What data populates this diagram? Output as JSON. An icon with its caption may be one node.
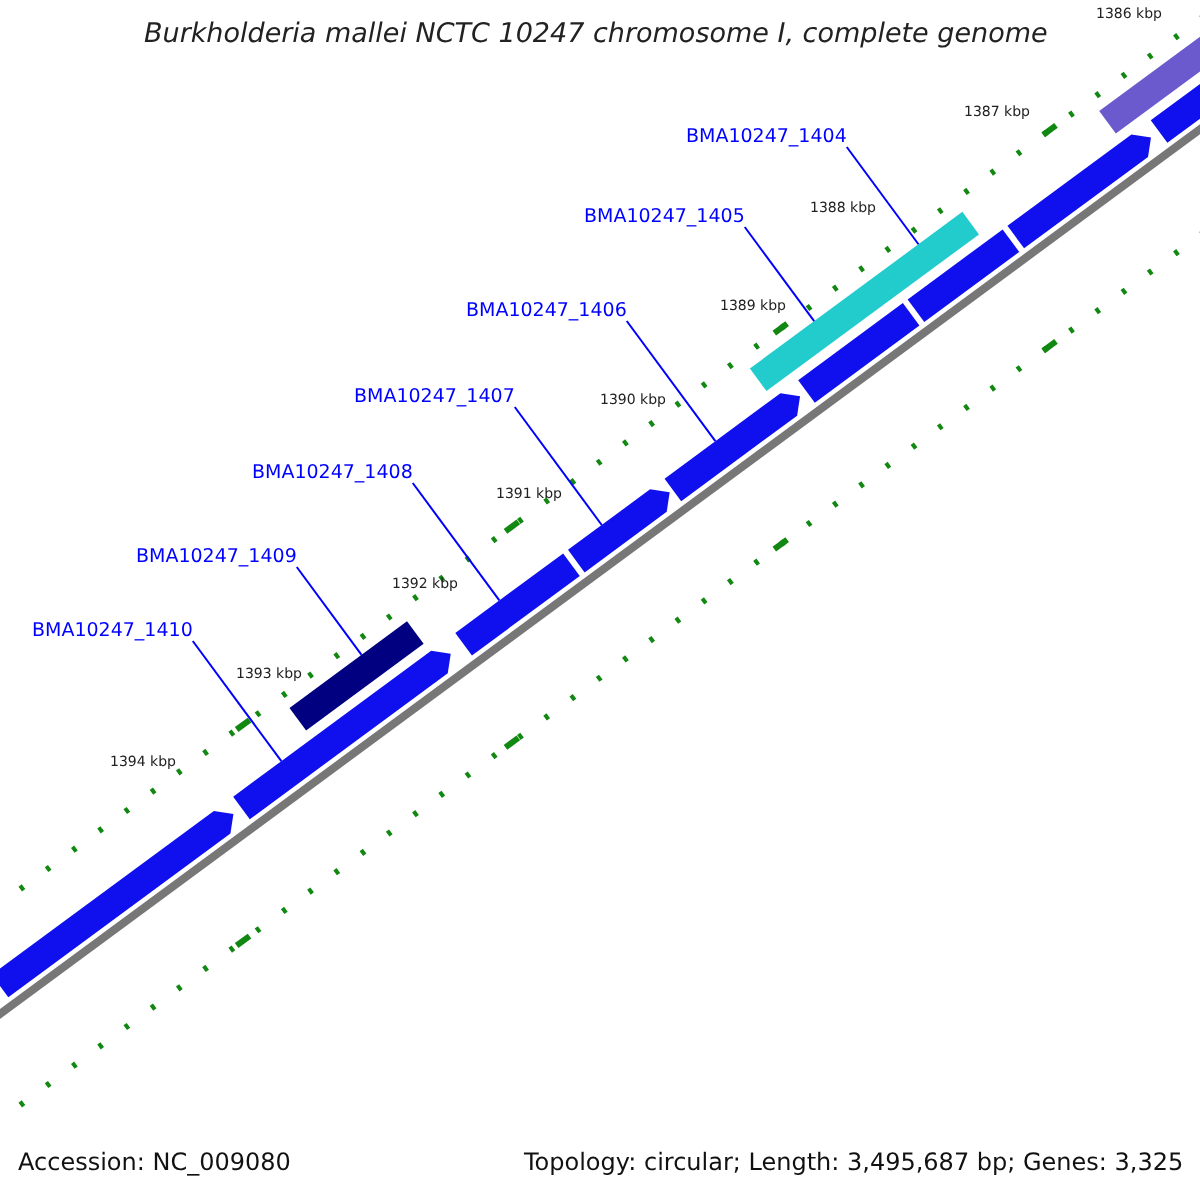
{
  "diagram": {
    "title": "Burkholderia mallei NCTC 10247 chromosome I, complete genome",
    "nodes": [
      {
        "text": [
          "BMA10247_1404"
        ]
      },
      {
        "text": [
          "BMA10247_1405"
        ]
      },
      {
        "text": [
          "BMA10247_1406"
        ]
      },
      {
        "text": [
          "BMA10247_1407"
        ]
      },
      {
        "text": [
          "BMA10247_1408"
        ]
      },
      {
        "text": [
          "BMA10247_1409"
        ]
      },
      {
        "text": [
          "BMA10247_1410"
        ]
      },
      {
        "text": [],
        "shape": "pentagon"
      },
      {
        "text": [],
        "shape": "pentagon"
      },
      {
        "text": [],
        "shape": "bar"
      },
      {
        "text": [],
        "shape": "bar"
      },
      {
        "text": [],
        "shape": "pentagon"
      },
      {
        "text": [],
        "shape": "pentagon"
      },
      {
        "text": [],
        "shape": "bar"
      },
      {
        "text": [],
        "shape": "bar"
      },
      {
        "text": [],
        "shape": "bar"
      },
      {
        "text": [],
        "shape": "pentagon"
      },
      {
        "text": [],
        "shape": "bar"
      },
      {
        "text": [],
        "shape": "pentagon"
      }
    ],
    "edges": [
      {
        "from": 0,
        "to": 13,
        "arrow": "none"
      },
      {
        "from": 1,
        "to": 13,
        "arrow": "none"
      },
      {
        "from": 2,
        "to": 12,
        "arrow": "none"
      },
      {
        "from": 3,
        "to": 11,
        "arrow": "none"
      },
      {
        "from": 4,
        "to": 10,
        "arrow": "none"
      },
      {
        "from": 5,
        "to": 9,
        "arrow": "none"
      },
      {
        "from": 6,
        "to": 8,
        "arrow": "none"
      }
    ],
    "labels": [
      "1386 kbp",
      "1387 kbp",
      "1388 kbp",
      "1389 kbp",
      "1390 kbp",
      "1391 kbp",
      "1392 kbp",
      "1393 kbp",
      "1394 kbp",
      "Accession: NC_009080",
      "Topology: circular; Length: 3,495,687 bp; Genes: 3,325"
    ]
  }
}
